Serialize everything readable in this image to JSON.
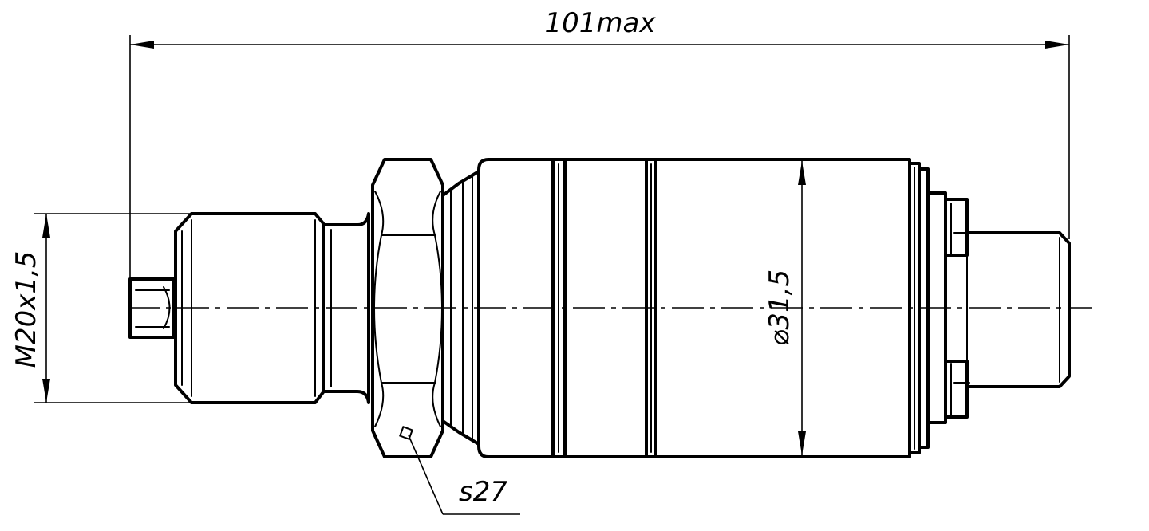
{
  "dimensions": {
    "overall_length": "101max",
    "thread": "M20x1,5",
    "diameter": "⌀31,5",
    "hex_size": "s27"
  },
  "colors": {
    "line": "#000000",
    "background": "#ffffff"
  }
}
